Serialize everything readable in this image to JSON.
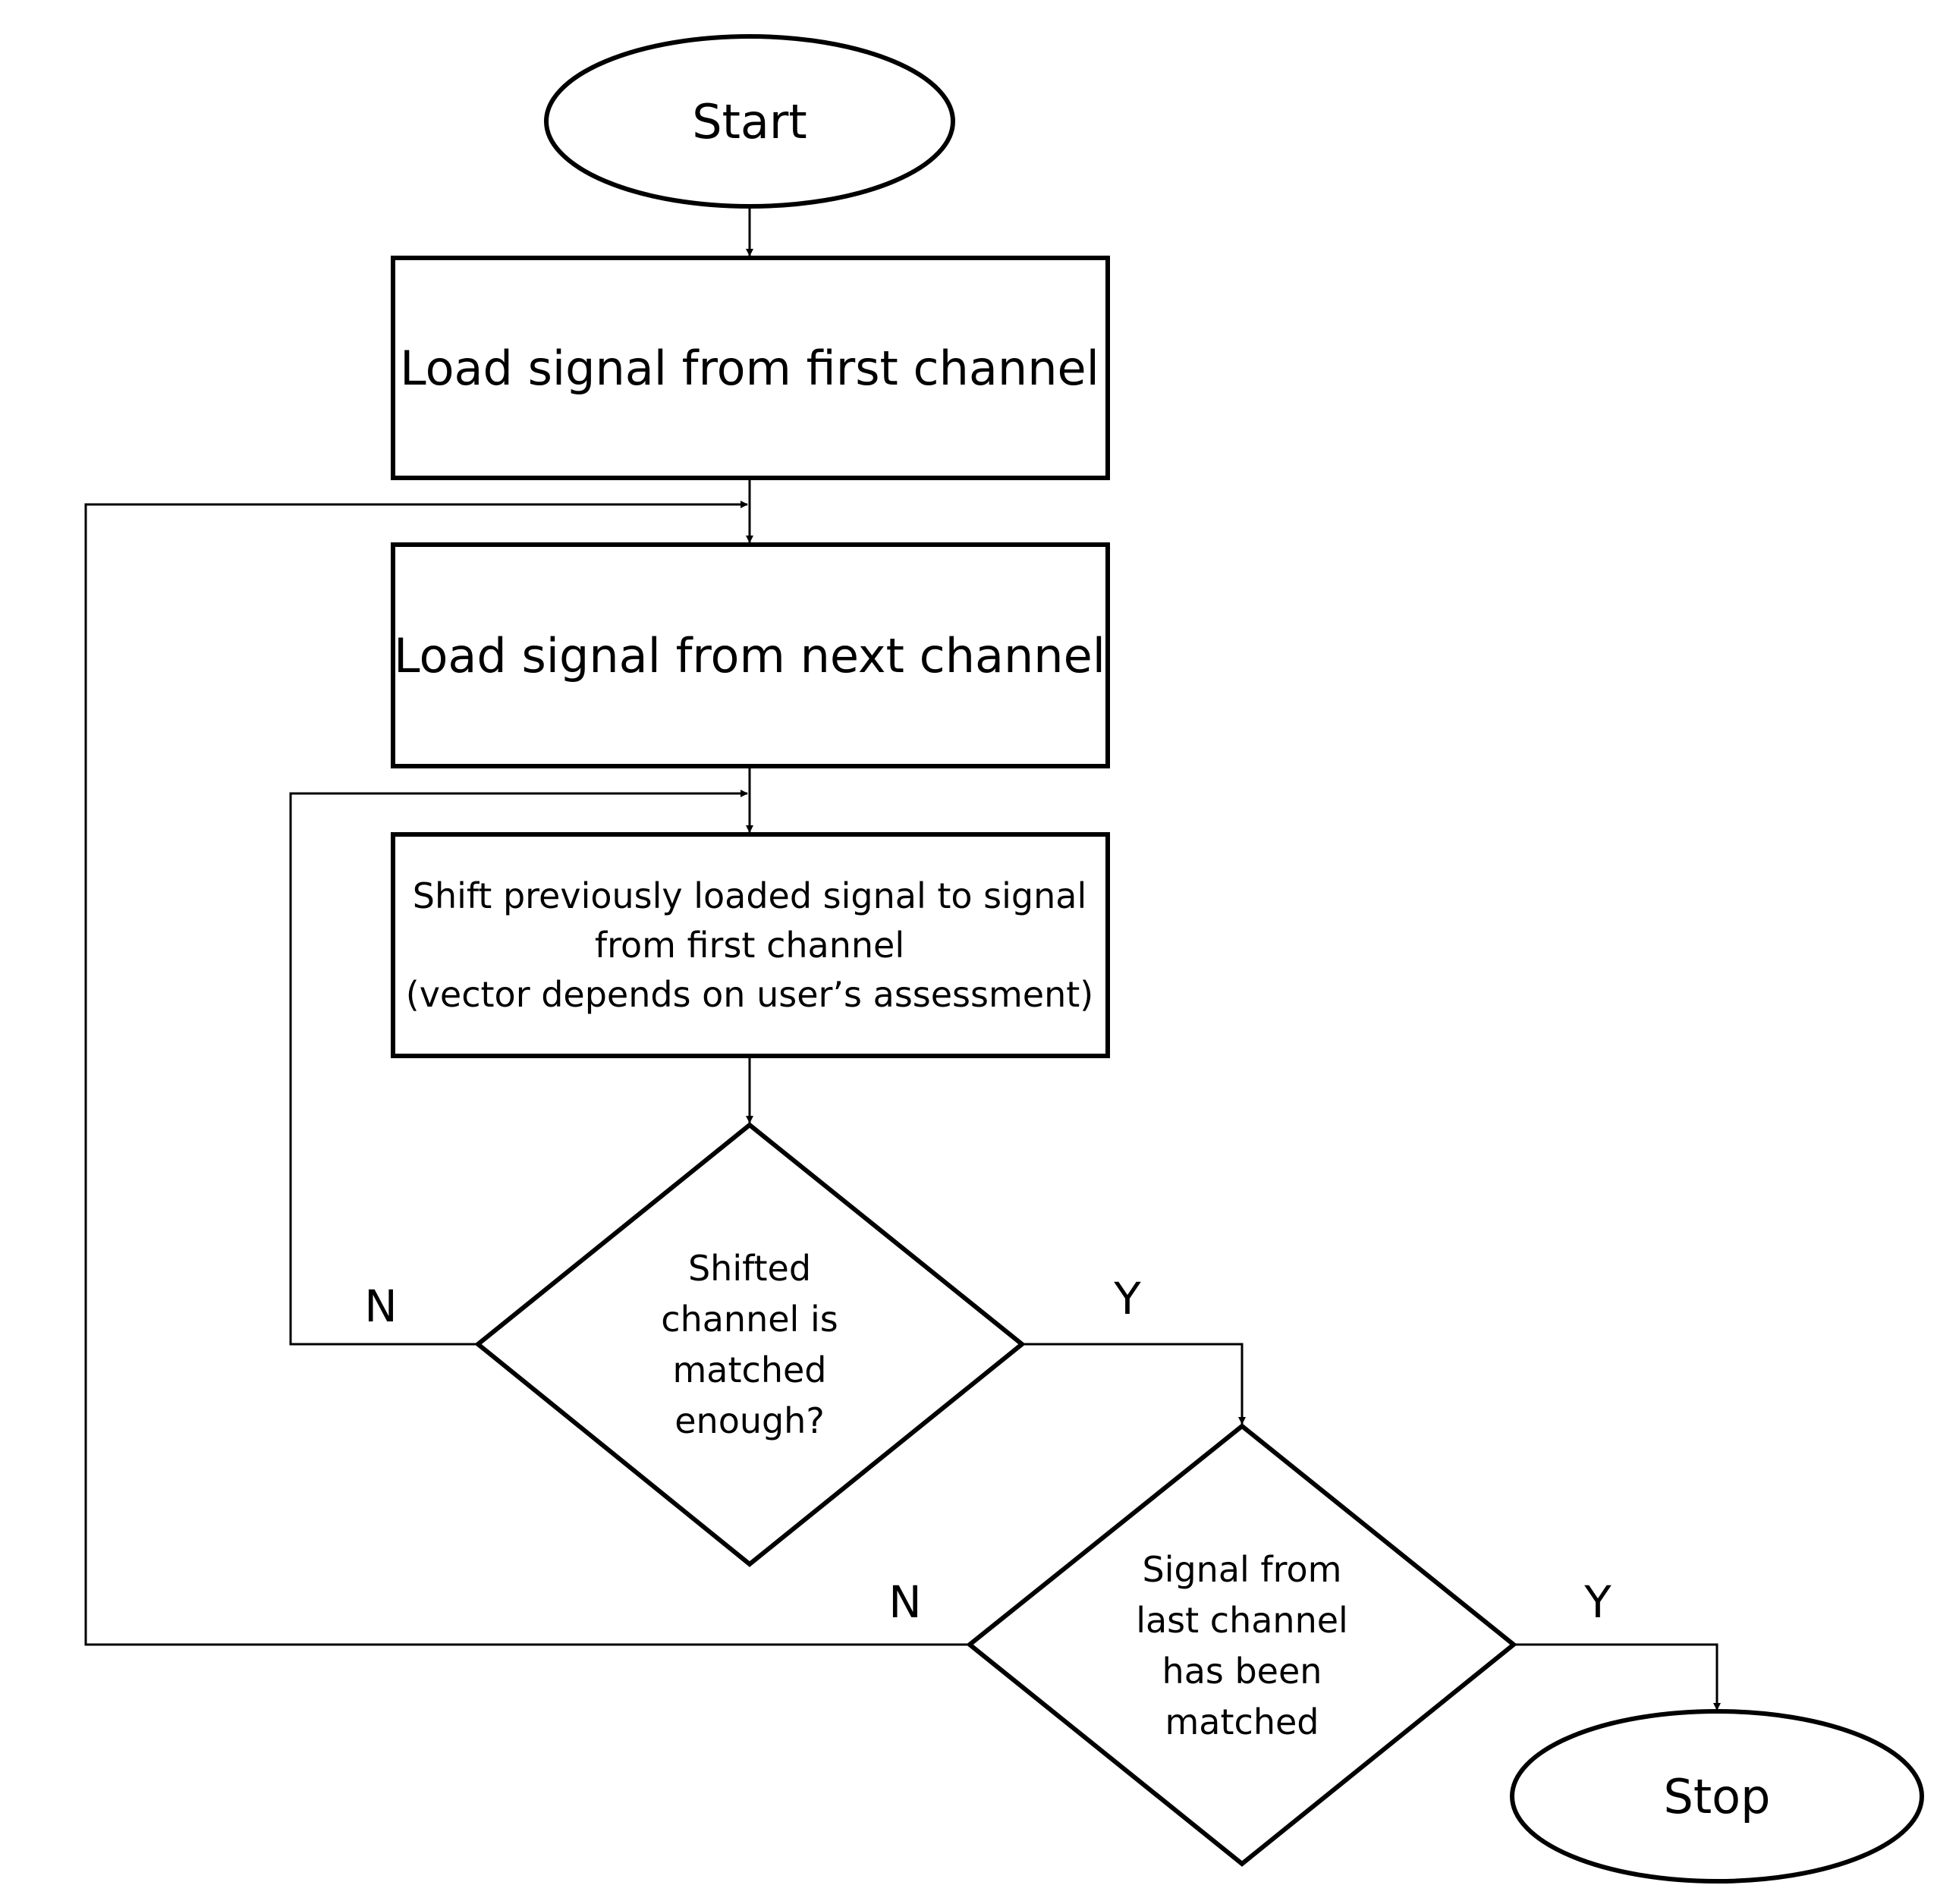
{
  "flowchart": {
    "start_label": "Start",
    "load_first_label": "Load signal from first channel",
    "load_next_label": "Load signal from next channel",
    "shift_lines": [
      "Shift previously loaded signal to signal",
      "from first channel",
      "(vector depends on user’s assessment)"
    ],
    "match_decision_lines": [
      "Shifted",
      "channel is",
      "matched",
      "enough?"
    ],
    "last_decision_lines": [
      "Signal from",
      "last channel",
      "has been",
      "matched"
    ],
    "stop_label": "Stop",
    "match_no_label": "N",
    "match_yes_label": "Y",
    "last_no_label": "N",
    "last_yes_label": "Y"
  }
}
